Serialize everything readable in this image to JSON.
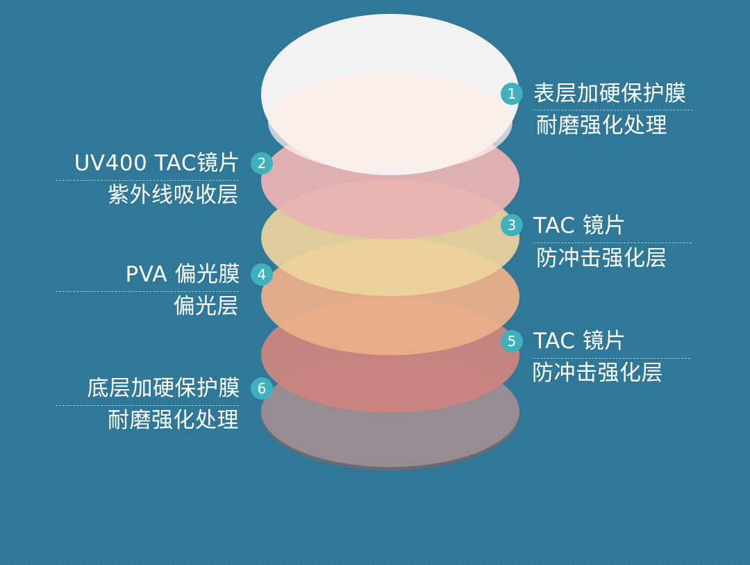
{
  "colors": {
    "background": "#2f7897",
    "badge": "#3fb1bd",
    "layer_1": "#f3f3f3",
    "layer_2": "#e9b3b3",
    "layer_3": "#ecd39c",
    "layer_4": "#eaae88",
    "layer_5": "#c9847e",
    "layer_6": "#978c92"
  },
  "layers": [
    {
      "number": "1",
      "title": "表层加硬保护膜",
      "subtitle": "耐磨强化处理"
    },
    {
      "number": "2",
      "title": "UV400 TAC镜片",
      "subtitle": "紫外线吸收层"
    },
    {
      "number": "3",
      "title": "TAC 镜片",
      "subtitle": "防冲击强化层"
    },
    {
      "number": "4",
      "title": "PVA 偏光膜",
      "subtitle": "偏光层"
    },
    {
      "number": "5",
      "title": "TAC 镜片",
      "subtitle": "防冲击强化层"
    },
    {
      "number": "6",
      "title": "底层加硬保护膜",
      "subtitle": "耐磨强化处理"
    }
  ]
}
